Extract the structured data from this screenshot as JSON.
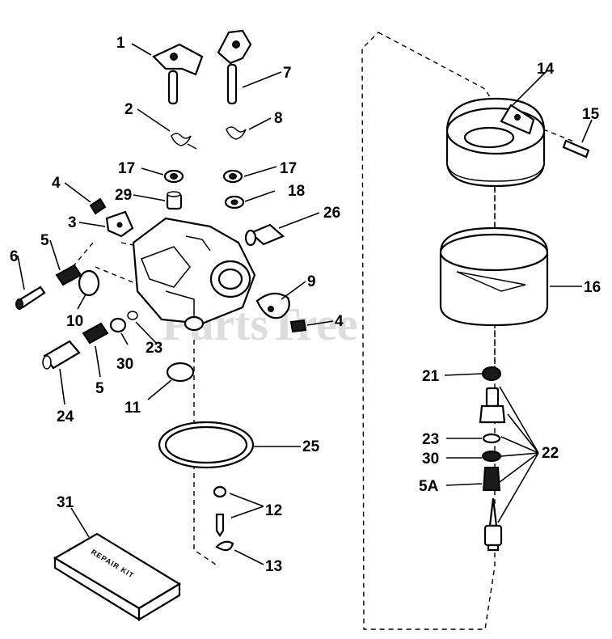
{
  "watermark": {
    "text": "PartsTree",
    "tm": "TM"
  },
  "kit_label": "REPAIR KIT",
  "callouts": {
    "c1": "1",
    "c7": "7",
    "c2": "2",
    "c8": "8",
    "c17a": "17",
    "c17b": "17",
    "c4a": "4",
    "c29": "29",
    "c18": "18",
    "c26": "26",
    "c3": "3",
    "c5a": "5",
    "c6": "6",
    "c10": "10",
    "c9": "9",
    "c4b": "4",
    "c23a": "23",
    "c30a": "30",
    "c5b": "5",
    "c24": "24",
    "c11": "11",
    "c25": "25",
    "c31": "31",
    "c12": "12",
    "c13": "13",
    "c14": "14",
    "c15": "15",
    "c16": "16",
    "c21": "21",
    "c22": "22",
    "c23b": "23",
    "c30b": "30",
    "c5A": "5A"
  }
}
